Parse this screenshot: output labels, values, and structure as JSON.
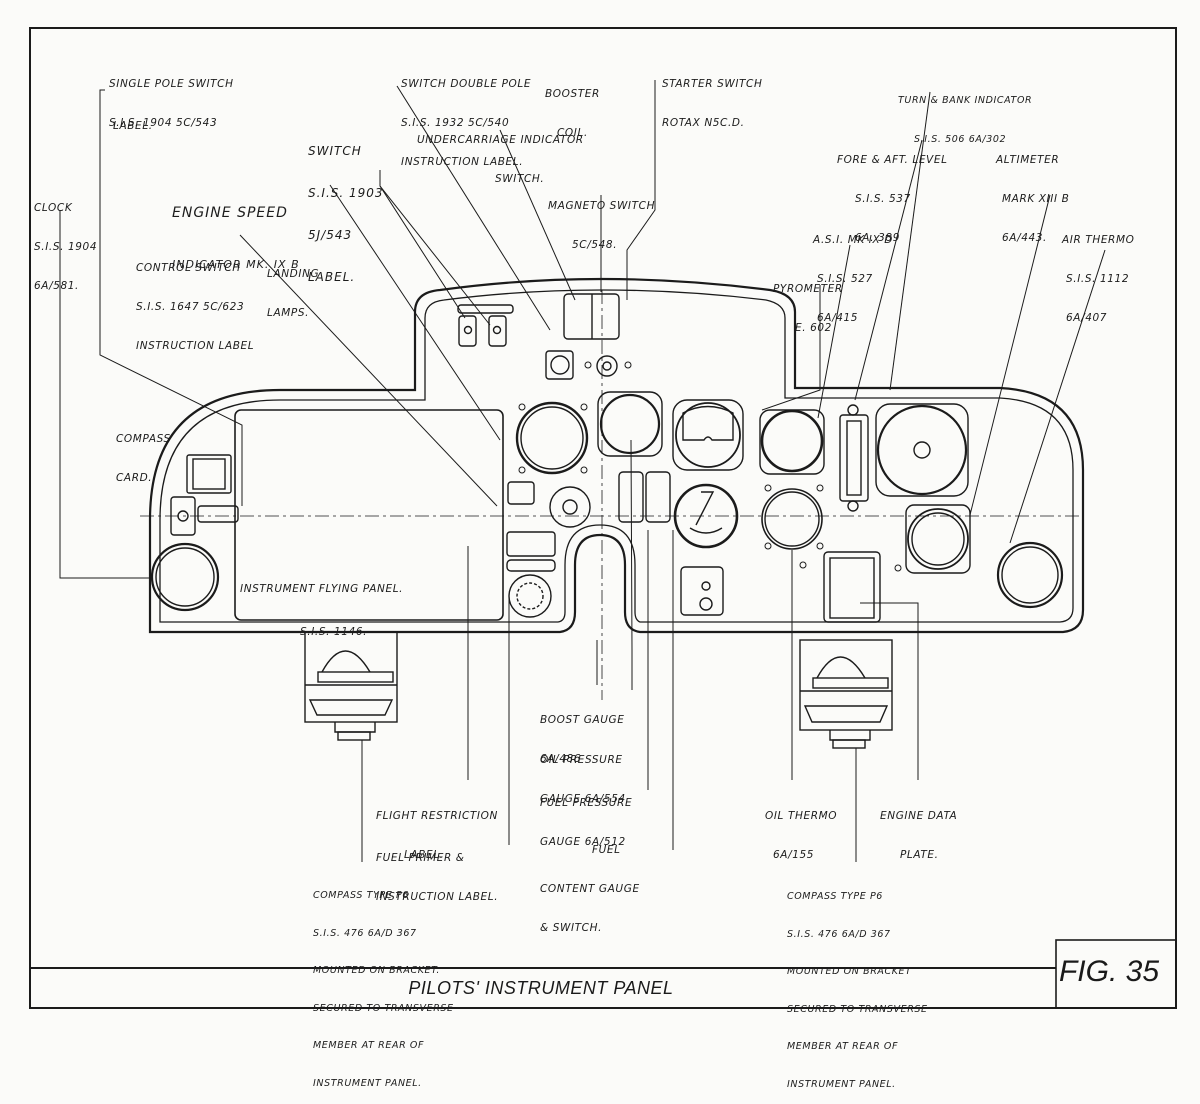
{
  "title": "Pilots' Instrument Panel",
  "figure": "FIG. 35",
  "labels": {
    "single_pole_switch": [
      "Single Pole Switch",
      "S.I.S. 1904 5C/543"
    ],
    "single_pole_label": [
      "Label."
    ],
    "clock": [
      "Clock",
      "S.I.S. 1904",
      "6A/581."
    ],
    "switch_label": [
      "Switch",
      "S.I.S. 1903",
      "5J/543",
      "Label."
    ],
    "engine_speed": [
      "Engine Speed",
      "Indicator Mk. IX B"
    ],
    "control_switch": [
      "Control Switch",
      "S.I.S. 1647 5C/623",
      "Instruction Label"
    ],
    "landing_lamps": [
      "Landing",
      "Lamps."
    ],
    "switch_double_pole": [
      "Switch Double Pole",
      "S.I.S. 1932 5C/540",
      "Instruction Label."
    ],
    "booster_coil": [
      "Booster",
      "Coil."
    ],
    "undercarriage": [
      "Undercarriage Indicator",
      "Switch."
    ],
    "magneto": [
      "Magneto Switch",
      "5C/548."
    ],
    "starter": [
      "Starter Switch",
      "Rotax N5C.D."
    ],
    "turn_bank": [
      "Turn & Bank Indicator",
      "S.I.S. 506 6A/302"
    ],
    "fore_aft": [
      "Fore & Aft. Level",
      "S.I.S. 537",
      "6A. 389"
    ],
    "altimeter": [
      "Altimeter",
      "Mark XIII B",
      "6A/443."
    ],
    "asi": [
      "A.S.I. Mk IX D",
      "S.I.S. 527",
      "6A/415"
    ],
    "air_thermo": [
      "Air Thermo",
      "S.I.S. 1112",
      "6A/407"
    ],
    "pyrometer": [
      "Pyrometer",
      "E. 602"
    ],
    "compass_card": [
      "Compass",
      "Card."
    ],
    "instrument_flying_panel": [
      "Instrument Flying Panel.",
      "S.I.S. 1146."
    ],
    "boost_gauge": [
      "Boost Gauge",
      "6A/486"
    ],
    "oil_pressure": [
      "Oil Pressure",
      "Gauge 6A/554"
    ],
    "fuel_pressure": [
      "Fuel Pressure",
      "Gauge 6A/512"
    ],
    "fuel_content": [
      "Fuel",
      "Content Gauge",
      "& Switch."
    ],
    "flight_restriction": [
      "Flight Restriction",
      "Label."
    ],
    "fuel_primer": [
      "Fuel Primer &",
      "Instruction Label."
    ],
    "compass_left": [
      "Compass Type P6",
      "S.I.S. 476 6A/D 367",
      "Mounted on Bracket.",
      "Secured to Transverse",
      "Member at Rear of",
      "Instrument Panel."
    ],
    "oil_thermo": [
      "Oil Thermo",
      "6A/155"
    ],
    "engine_data": [
      "Engine Data",
      "Plate."
    ],
    "compass_right": [
      "Compass Type P6",
      "S.I.S. 476 6A/D 367",
      "Mounted on Bracket",
      "Secured to Transverse",
      "Member at Rear of",
      "Instrument Panel."
    ]
  }
}
